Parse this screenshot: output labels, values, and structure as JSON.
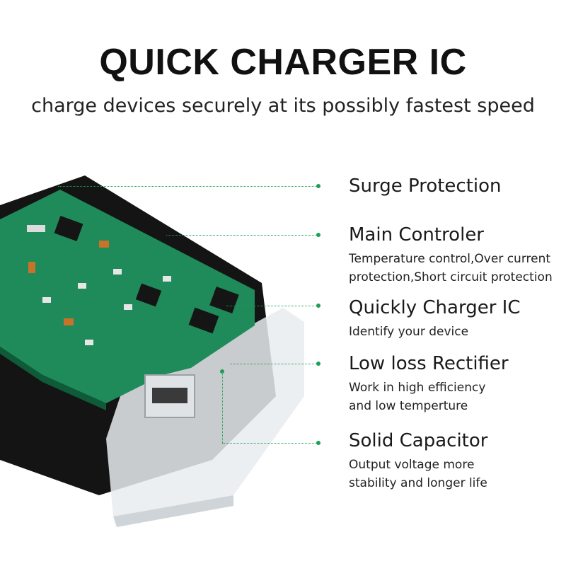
{
  "header": {
    "title": "QUICK CHARGER IC",
    "subtitle": "charge devices securely at its possibly fastest speed"
  },
  "features": [
    {
      "name": "Surge Protection",
      "desc1": "",
      "desc2": ""
    },
    {
      "name": "Main Controler",
      "desc1": "Temperature control,Over current",
      "desc2": "protection,Short circuit protection"
    },
    {
      "name": "Quickly Charger IC",
      "desc1": "Identify your device",
      "desc2": ""
    },
    {
      "name": "Low loss Rectifier",
      "desc1": "Work in high efficiency",
      "desc2": "and low temperture"
    },
    {
      "name": "Solid Capacitor",
      "desc1": "Output voltage more",
      "desc2": "stability and longer life"
    }
  ],
  "colors": {
    "accent": "#1f9e55",
    "pcb": "#1f8a5a",
    "housing": "#111111"
  }
}
